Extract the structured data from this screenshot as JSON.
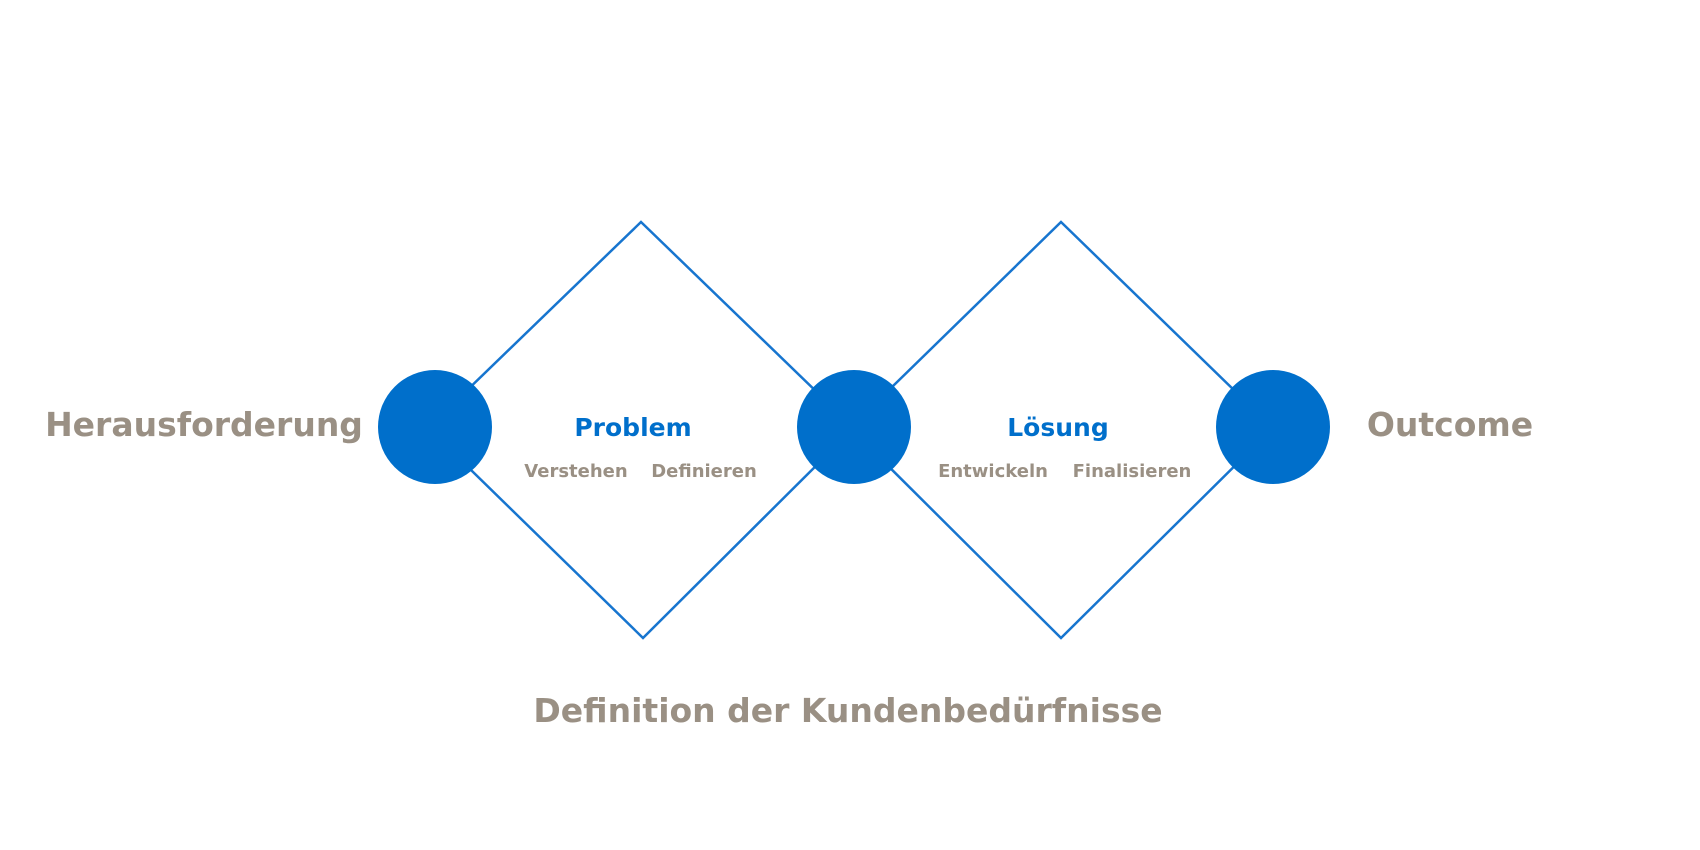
{
  "labels": {
    "start": "Herausforderung",
    "end": "Outcome",
    "bottom": "Definition der Kundenbedürfnisse"
  },
  "diamonds": [
    {
      "title": "Problem",
      "phases": [
        "Verstehen",
        "Definieren"
      ]
    },
    {
      "title": "Lösung",
      "phases": [
        "Entwickeln",
        "Finalisieren"
      ]
    }
  ],
  "colors": {
    "accent": "#006FCB",
    "outline": "#1775CF",
    "text_muted": "#9A9084",
    "background": "#FFFFFF"
  }
}
